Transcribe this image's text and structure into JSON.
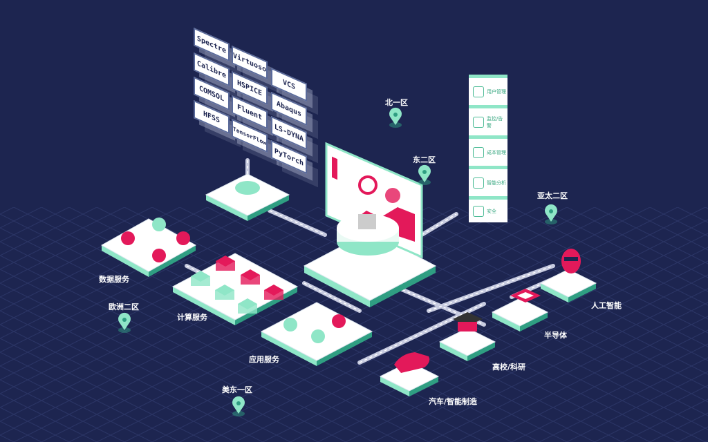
{
  "software": [
    "Spectre",
    "Calibre",
    "COMSOL",
    "HFSS",
    "Virtuoso",
    "HSPICE",
    "Fluent",
    "TensorFlow",
    "VCS",
    "Abaqus",
    "LS-DYNA",
    "PyTorch"
  ],
  "tower": [
    "用户管理",
    "监控/告警",
    "成本管理",
    "智能分析",
    "安全"
  ],
  "services": {
    "data": "数据服务",
    "compute": "计算服务",
    "app": "应用服务"
  },
  "regions": {
    "north1": "北一区",
    "east2": "东二区",
    "apac2": "亚太二区",
    "eu2": "欧洲二区",
    "useast1": "美东一区"
  },
  "industries": {
    "ai": "人工智能",
    "semi": "半导体",
    "edu": "高校/科研",
    "auto": "汽车/智能制造"
  },
  "colors": {
    "bg": "#1d2550",
    "accent": "#e3195a",
    "mint": "#8fe6c7",
    "teal": "#2f9e82"
  }
}
